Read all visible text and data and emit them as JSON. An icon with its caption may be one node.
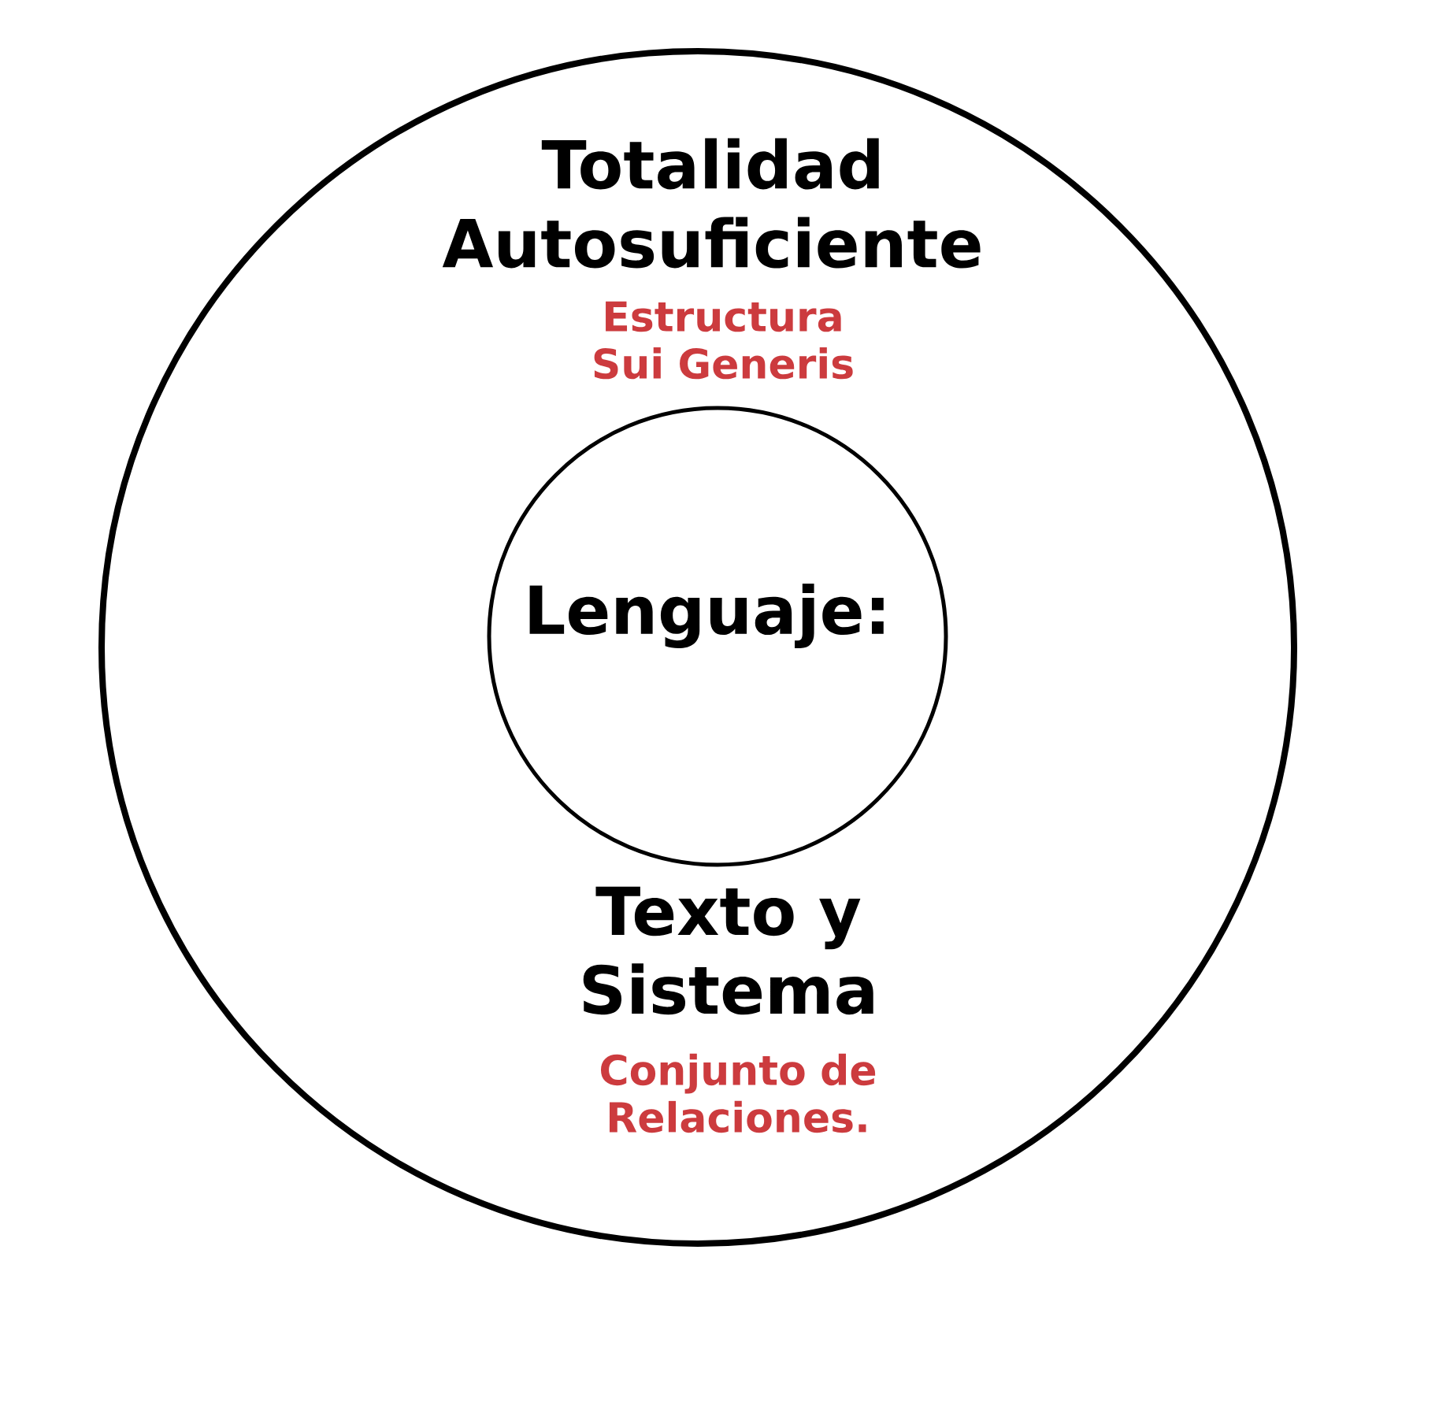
{
  "diagram": {
    "nodes": [
      {
        "text": [
          "Totalidad Autosuficiente",
          "Estructura Sui Generis",
          "Texto y Sistema",
          "Conjunto de Relaciones."
        ]
      },
      {
        "text": [
          "Lenguaje:"
        ],
        "in": 0
      }
    ]
  }
}
